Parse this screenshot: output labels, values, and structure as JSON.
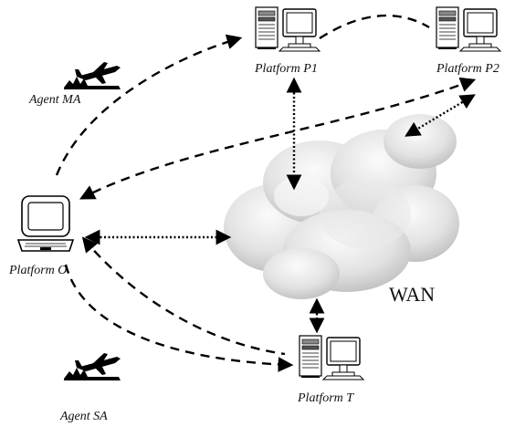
{
  "labels": {
    "agent_ma": "Agent MA",
    "agent_sa": "Agent SA",
    "platform_p1": "Platform P1",
    "platform_p2": "Platform P2",
    "platform_o": "Platform O",
    "platform_t": "Platform T",
    "wan": "WAN"
  },
  "colors": {
    "line": "#000000",
    "cloud_light": "#f2f2f2",
    "cloud_dark": "#c8c8c8",
    "background": "#ffffff"
  },
  "icons": {
    "agent": "airplane-icon",
    "server": "server-workstation-icon",
    "laptop": "laptop-icon",
    "network": "cloud-icon"
  }
}
